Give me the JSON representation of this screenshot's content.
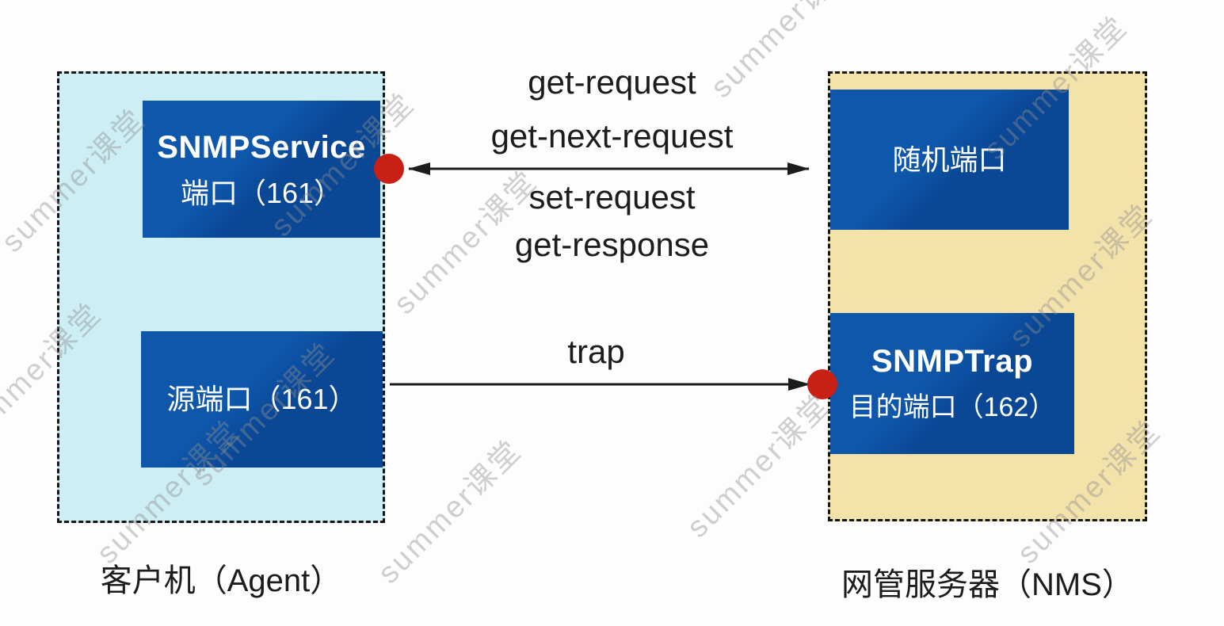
{
  "watermark": {
    "text": "summer课堂"
  },
  "agent_panel": {
    "label": "客户机（Agent）",
    "service_box": {
      "title": "SNMPService",
      "subtitle": "端口（161）"
    },
    "source_box": {
      "title": "源端口（161）"
    }
  },
  "nms_panel": {
    "label": "网管服务器（NMS）",
    "random_box": {
      "title": "随机端口"
    },
    "trap_box": {
      "title": "SNMPTrap",
      "subtitle": "目的端口（162）"
    }
  },
  "arrows": {
    "request_arrow": {
      "labels_above": [
        "get-request",
        "get-next-request"
      ],
      "labels_below": [
        "set-request",
        "get-response"
      ]
    },
    "trap_arrow": {
      "label": "trap"
    }
  },
  "colors": {
    "canvas_bg": "#fdfdfd",
    "agent_bg": "#cdeef5",
    "nms_bg": "#f4e2ab",
    "box_blue_light": "#0e57ab",
    "box_blue_dark": "#0a4795",
    "dot_red": "#c92016",
    "ink": "#1c1c1c",
    "dashed_border": "#151515",
    "watermark": "#8f8f8f"
  }
}
